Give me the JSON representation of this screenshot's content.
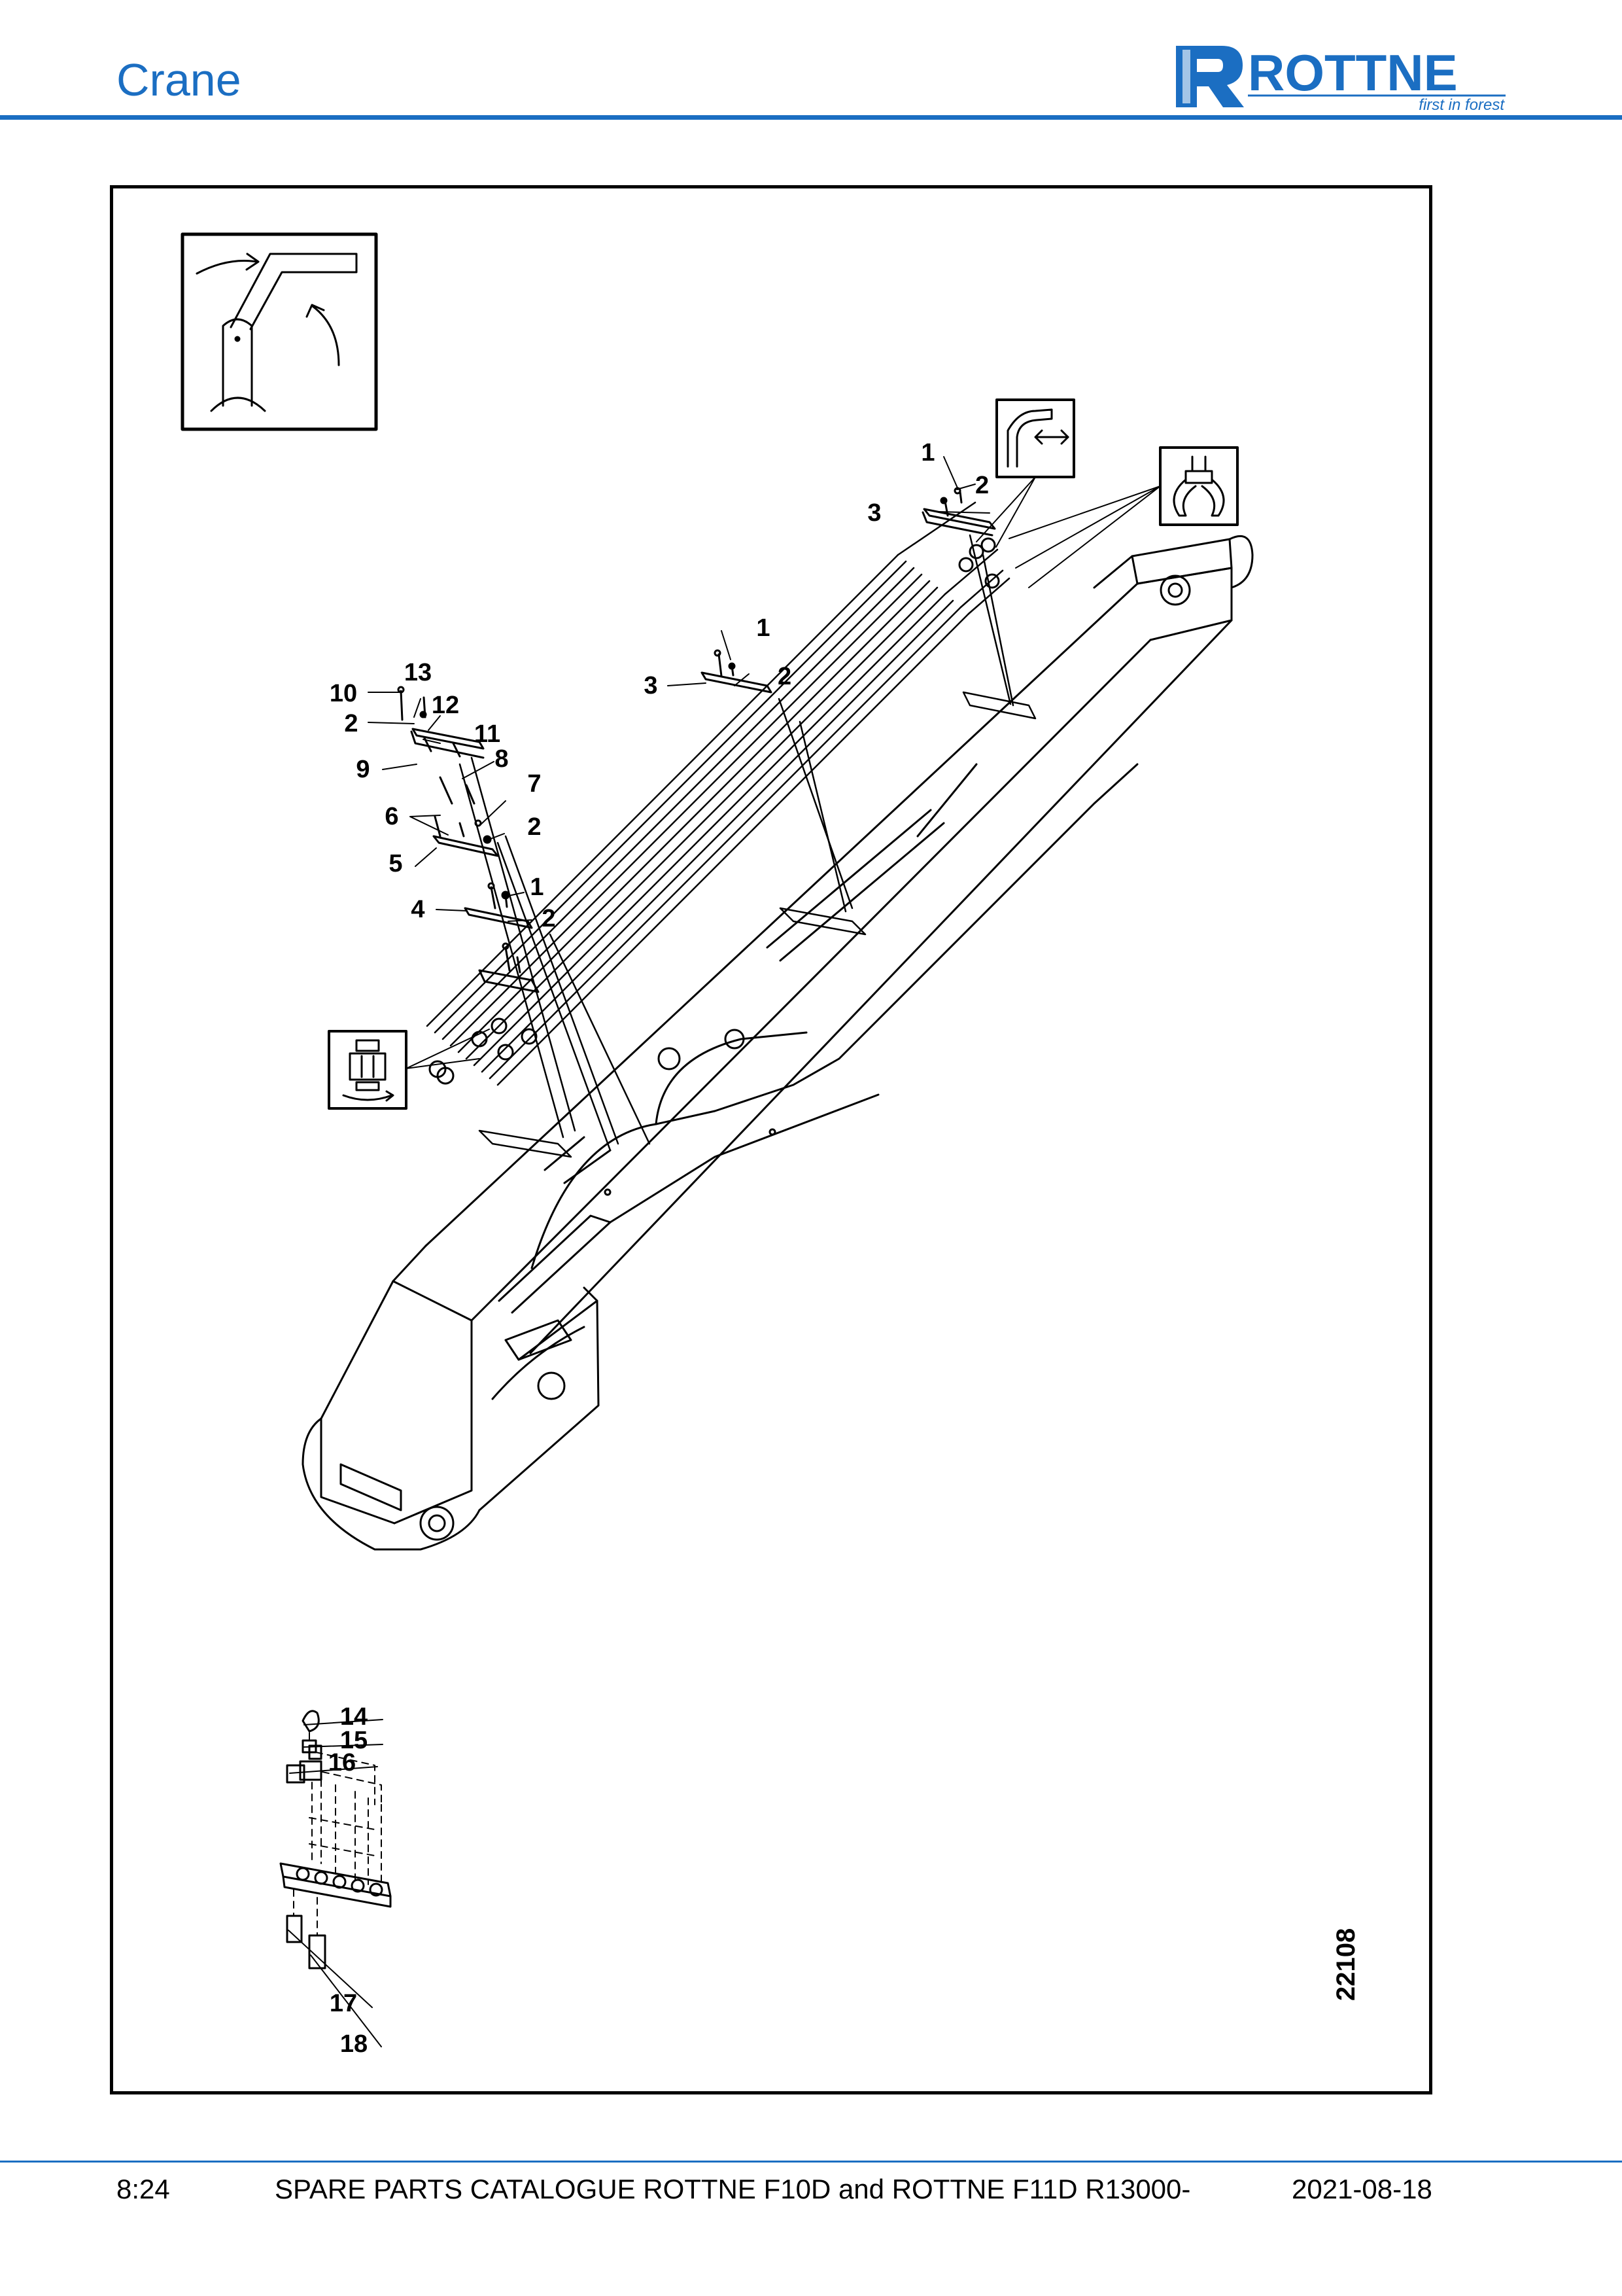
{
  "header": {
    "section_title": "Crane",
    "logo_text": "ROTTNE",
    "logo_tagline": "first in forest",
    "brand_color": "#1b6ec2"
  },
  "drawing": {
    "drawing_number": "22108",
    "callouts": [
      "1",
      "2",
      "3",
      "1",
      "2",
      "3",
      "10",
      "13",
      "12",
      "2",
      "11",
      "9",
      "8",
      "7",
      "6",
      "2",
      "5",
      "1",
      "4",
      "2",
      "14",
      "15",
      "16",
      "17",
      "18"
    ],
    "icons": [
      "boom-pivot-icon",
      "telescope-extension-icon",
      "grapple-icon",
      "rotator-icon"
    ]
  },
  "footer": {
    "page": "8:24",
    "title": "SPARE PARTS CATALOGUE ROTTNE F10D and ROTTNE F11D R13000-",
    "date": "2021-08-18"
  }
}
